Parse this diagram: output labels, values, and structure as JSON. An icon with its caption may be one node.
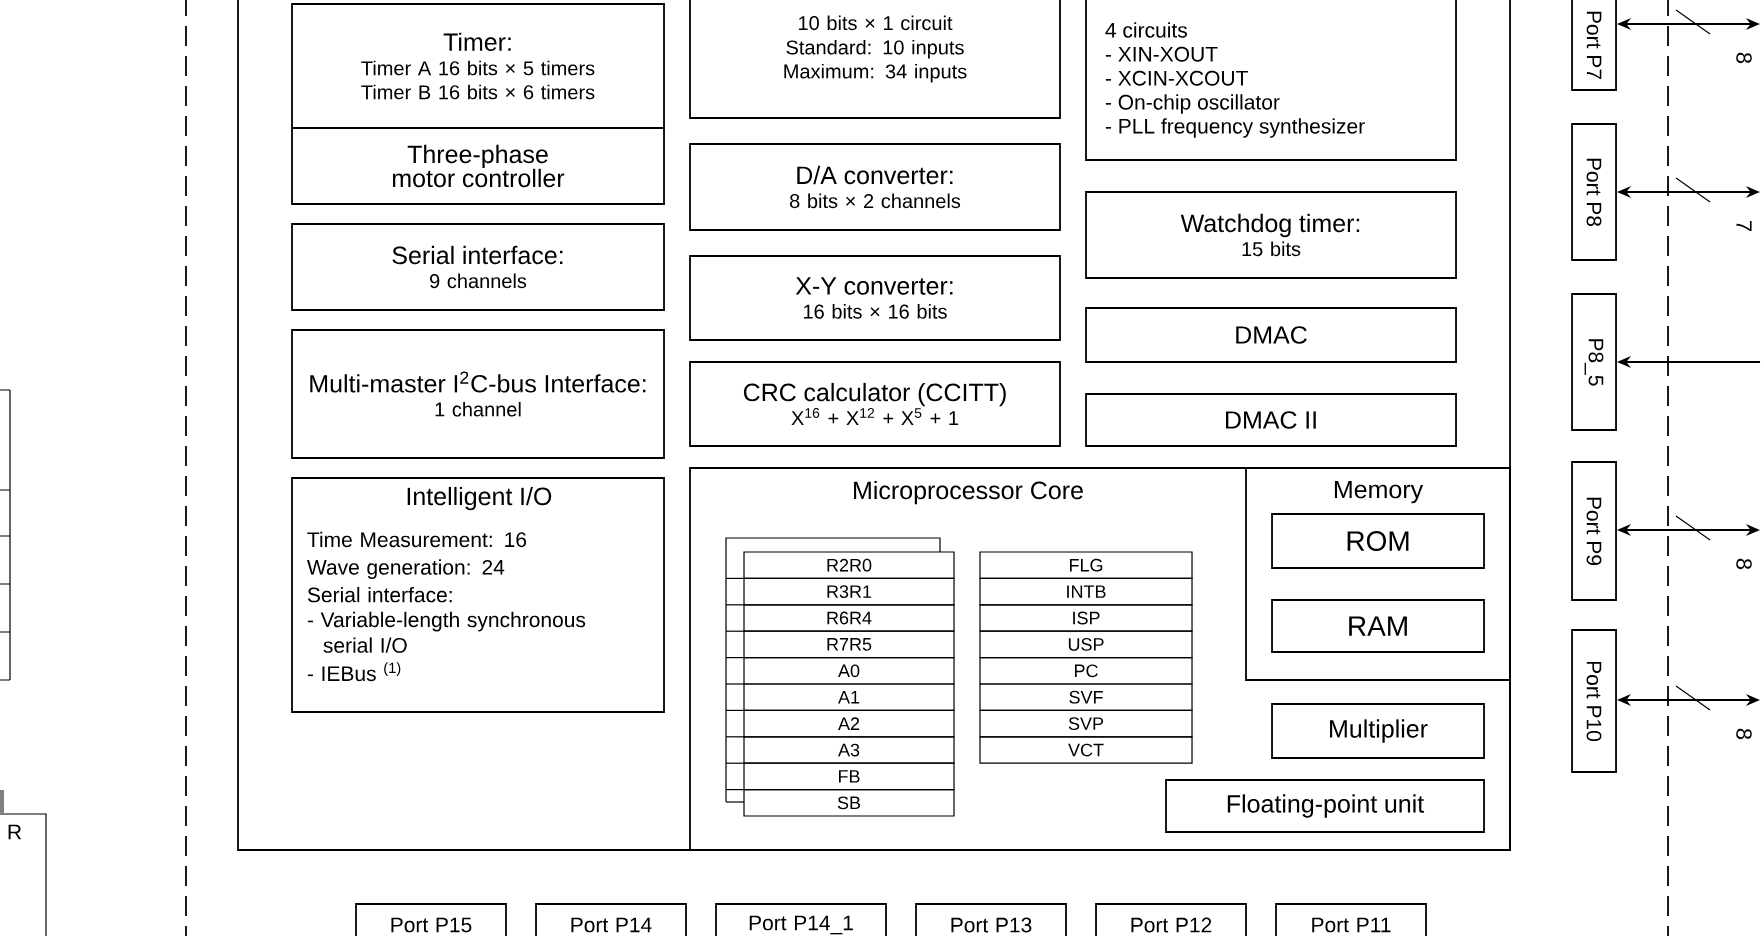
{
  "diagram": {
    "nodes": [
      {
        "text": [],
        "shape": "box"
      },
      {
        "text": [
          "Timer:",
          "Timer A 16 bits × 5 timers",
          "Timer B 16 bits × 6 timers"
        ],
        "in": 0
      },
      {
        "text": [
          "10 bits × 1 circuit",
          "Standard: 10 inputs",
          "Maximum: 34 inputs"
        ],
        "in": 0
      },
      {
        "text": [
          "4 circuits",
          "- XIN-XOUT",
          "- XCIN-XCOUT",
          "- On-chip oscillator",
          "- PLL frequency synthesizer"
        ],
        "in": 0
      },
      {
        "text": [
          "Three-phase motor controller"
        ],
        "in": 0
      },
      {
        "text": [
          "D/A converter:",
          "8 bits × 2 channels"
        ],
        "in": 0
      },
      {
        "text": [
          "Watchdog timer:",
          "15 bits"
        ],
        "in": 0
      },
      {
        "text": [
          "Serial interface:",
          "9 channels"
        ],
        "in": 0
      },
      {
        "text": [
          "X-Y converter:",
          "16 bits × 16 bits"
        ],
        "in": 0
      },
      {
        "text": [
          "DMAC"
        ],
        "in": 0
      },
      {
        "text": [
          "Multi-master I$^{2}$C-bus Interface:",
          "1 channel"
        ],
        "in": 0
      },
      {
        "text": [
          "CRC calculator (CCITT)",
          "X$^{16}$ + X$^{12}$ + X$^{5}$ + 1"
        ],
        "in": 0
      },
      {
        "text": [
          "DMAC II"
        ],
        "in": 0
      },
      {
        "text": [
          "Intelligent I/O",
          "Time Measurement: 16",
          "Wave generation: 24",
          "Serial interface:",
          "- Variable-length synchronous serial I/O",
          "- IEBus $^{(1)}$"
        ],
        "in": 0
      },
      {
        "text": [
          "Microprocessor Core"
        ],
        "in": 0
      },
      {
        "text": [
          "R2R0"
        ],
        "in": 14
      },
      {
        "text": [
          "R3R1"
        ],
        "in": 14
      },
      {
        "text": [
          "R6R4"
        ],
        "in": 14
      },
      {
        "text": [
          "R7R5"
        ],
        "in": 14
      },
      {
        "text": [
          "A0"
        ],
        "in": 14
      },
      {
        "text": [
          "A1"
        ],
        "in": 14
      },
      {
        "text": [
          "A2"
        ],
        "in": 14
      },
      {
        "text": [
          "A3"
        ],
        "in": 14
      },
      {
        "text": [
          "FB"
        ],
        "in": 14
      },
      {
        "text": [
          "SB"
        ],
        "in": 14
      },
      {
        "text": [
          "FLG"
        ],
        "in": 14
      },
      {
        "text": [
          "INTB"
        ],
        "in": 14
      },
      {
        "text": [
          "ISP"
        ],
        "in": 14
      },
      {
        "text": [
          "USP"
        ],
        "in": 14
      },
      {
        "text": [
          "PC"
        ],
        "in": 14
      },
      {
        "text": [
          "SVF"
        ],
        "in": 14
      },
      {
        "text": [
          "SVP"
        ],
        "in": 14
      },
      {
        "text": [
          "VCT"
        ],
        "in": 14
      },
      {
        "text": [
          "Memory"
        ],
        "in": 14
      },
      {
        "text": [
          "ROM"
        ],
        "in": 33
      },
      {
        "text": [
          "RAM"
        ],
        "in": 33
      },
      {
        "text": [
          "Multiplier"
        ],
        "in": 14
      },
      {
        "text": [
          "Floating-point unit"
        ],
        "in": 14
      },
      {
        "text": [
          "Port P7"
        ]
      },
      {
        "text": [
          "Port P8"
        ]
      },
      {
        "text": [
          "P8_5"
        ]
      },
      {
        "text": [
          "Port P9"
        ]
      },
      {
        "text": [
          "Port P10"
        ]
      },
      {
        "text": [
          "Port P15"
        ]
      },
      {
        "text": [
          "Port P14"
        ]
      },
      {
        "text": [
          "Port P14_1"
        ]
      },
      {
        "text": [
          "Port P13"
        ]
      },
      {
        "text": [
          "Port P12"
        ]
      },
      {
        "text": [
          "Port P11"
        ]
      }
    ],
    "edges": [
      {
        "from": null,
        "to": 38,
        "arrow": "both",
        "label": "8"
      },
      {
        "from": null,
        "to": 39,
        "arrow": "both",
        "label": "7"
      },
      {
        "from": null,
        "to": 40,
        "arrow": "to"
      },
      {
        "from": null,
        "to": 41,
        "arrow": "both",
        "label": "8"
      },
      {
        "from": null,
        "to": 42,
        "arrow": "both",
        "label": "8"
      }
    ],
    "labels": [
      "R"
    ]
  }
}
